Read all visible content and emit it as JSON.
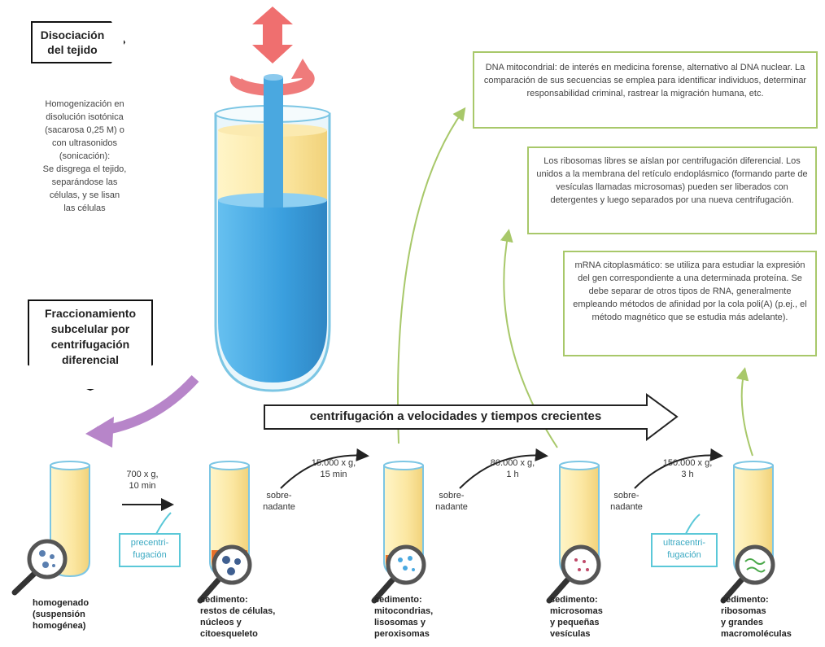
{
  "header": {
    "disociacion": "Disociación del tejido",
    "fraccionamiento": "Fraccionamiento subcelular por centrifugación diferencial"
  },
  "homogenization_text": [
    "Homogenización en",
    "disolución isotónica",
    "(sacarosa 0,25 M) o",
    "con ultrasonidos",
    "(sonicación):",
    "Se disgrega el tejido,",
    "separándose las",
    "células, y se lisan",
    "las células"
  ],
  "notes": {
    "dna": "DNA mitocondrial: de interés en medicina forense, alternativo al DNA nuclear. La comparación de sus secuencias se emplea para identificar individuos, determinar responsabilidad criminal, rastrear la migración humana, etc.",
    "ribosomas": "Los ribosomas libres se aíslan por centrifugación diferencial. Los unidos a la membrana del retículo endoplásmico (formando parte de vesículas llamadas microsomas) pueden ser liberados con detergentes y luego separados por una nueva centrifugación.",
    "mrna": "mRNA citoplasmático: se utiliza para estudiar la expresión del gen correspondiente a una determinada proteína. Se debe separar de otros tipos de RNA, generalmente empleando métodos de afinidad por la cola poli(A) (p.ej., el método magnético que se estudia más adelante)."
  },
  "big_arrow_label": "centrifugación a velocidades y tiempos crecientes",
  "steps": [
    {
      "speed": "700 x g,",
      "time": "10 min"
    },
    {
      "speed": "15.000 x g,",
      "time": "15 min"
    },
    {
      "speed": "80.000 x g,",
      "time": "1 h"
    },
    {
      "speed": "150.000 x g,",
      "time": "3 h"
    }
  ],
  "sobrenadante": [
    "sobre-",
    "nadante"
  ],
  "tags": {
    "precentrifugacion": [
      "precentri-",
      "fugación"
    ],
    "ultracentrifugacion": [
      "ultracentri-",
      "fugación"
    ]
  },
  "sediments": [
    {
      "line1": "homogenado",
      "line2": "(suspensión",
      "line3": "homogénea)"
    },
    {
      "line1": "sedimento:",
      "line2": "restos de células,",
      "line3": "núcleos y",
      "line4": "citoesqueleto"
    },
    {
      "line1": "sedimento:",
      "line2": "mitocondrias,",
      "line3": "lisosomas y",
      "line4": "peroxisomas"
    },
    {
      "line1": "sedimento:",
      "line2": "microsomas",
      "line3": "y pequeñas",
      "line4": "vesículas"
    },
    {
      "line1": "sedimento:",
      "line2": "ribosomas",
      "line3": "y grandes",
      "line4": "macromoléculas"
    }
  ],
  "colors": {
    "note_border": "#a8c86a",
    "tube_liquid": "#fbe9a0",
    "homogenizer_blue": "#4aa8e0",
    "pellet": "#e8702a",
    "rotation_red": "#ef7070",
    "purple_arrow": "#b785c9",
    "tag_cyan": "#5bc8d8"
  }
}
